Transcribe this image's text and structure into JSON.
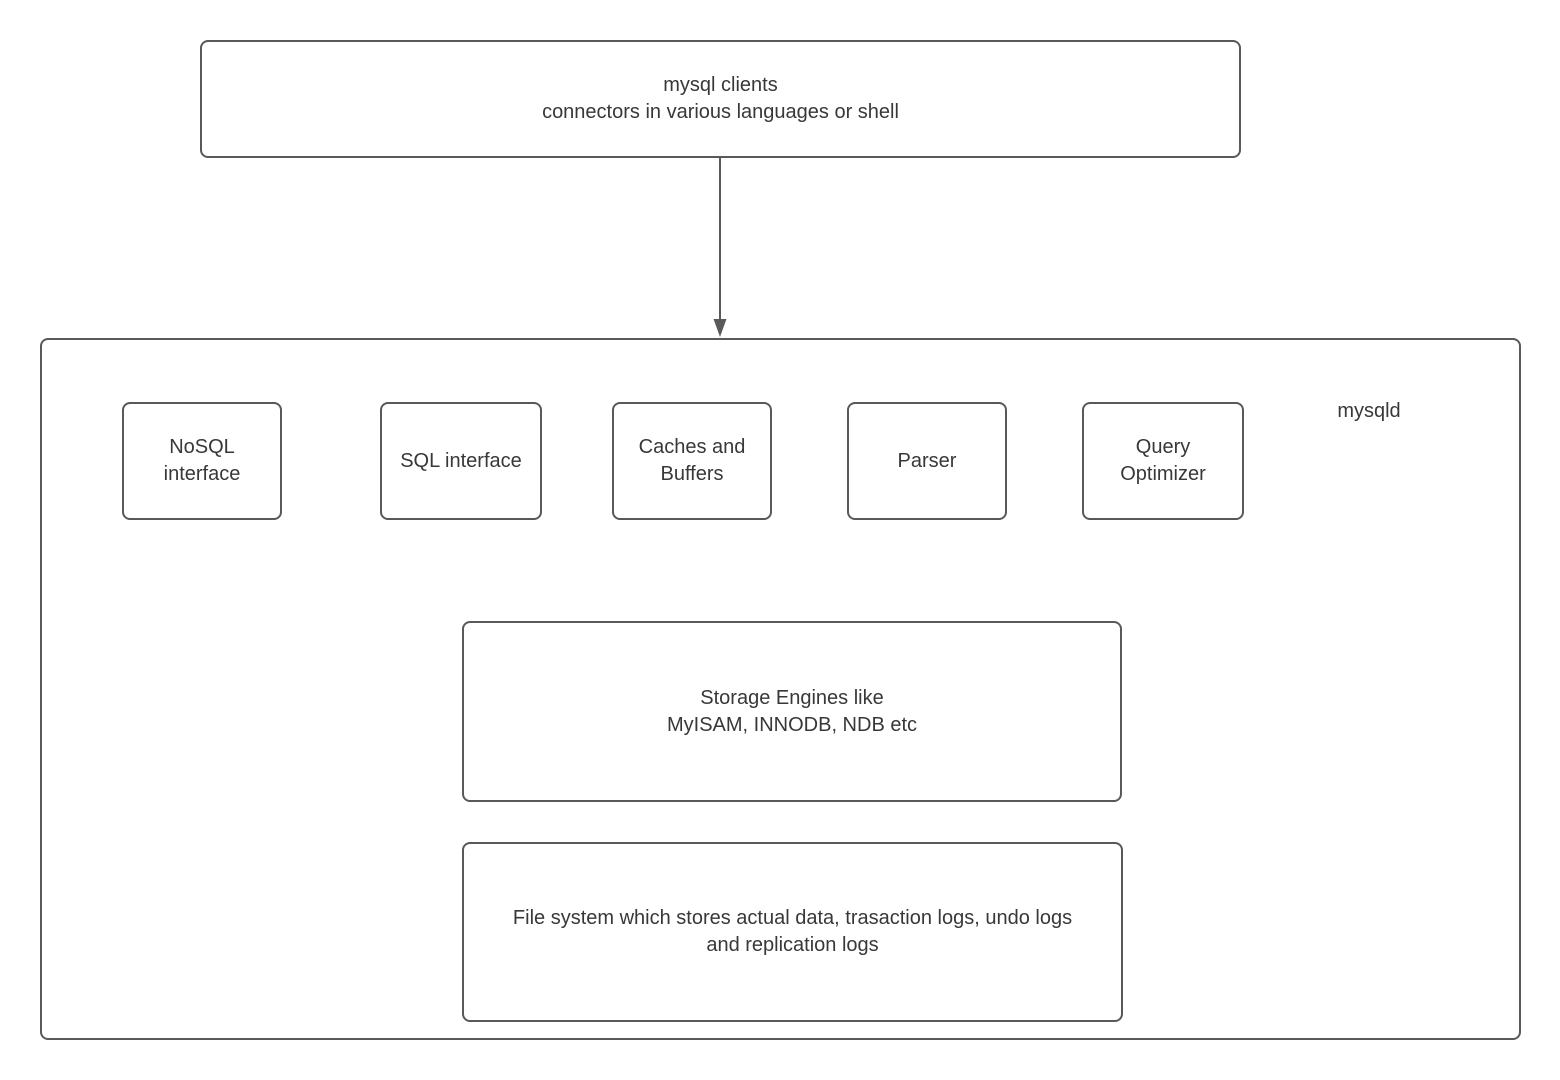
{
  "colors": {
    "background": "#ffffff",
    "node_border": "#595959",
    "text": "#383838",
    "arrow": "#595959"
  },
  "clients_node": {
    "lines": [
      "mysql clients",
      "connectors in various languages or shell"
    ]
  },
  "mysqld_node": {
    "label": "mysqld"
  },
  "modules": [
    {
      "id": "nosql-interface",
      "lines": [
        "NoSQL",
        "interface"
      ]
    },
    {
      "id": "sql-interface",
      "lines": [
        "SQL interface"
      ]
    },
    {
      "id": "caches-and-buffers",
      "lines": [
        "Caches and",
        "Buffers"
      ]
    },
    {
      "id": "parser",
      "lines": [
        "Parser"
      ]
    },
    {
      "id": "query-optimizer",
      "lines": [
        "Query",
        "Optimizer"
      ]
    }
  ],
  "storage_node": {
    "lines": [
      "Storage Engines like",
      "MyISAM, INNODB, NDB etc"
    ]
  },
  "filesystem_node": {
    "lines": [
      "File system which stores actual data, trasaction logs, undo logs",
      "and replication logs"
    ]
  }
}
